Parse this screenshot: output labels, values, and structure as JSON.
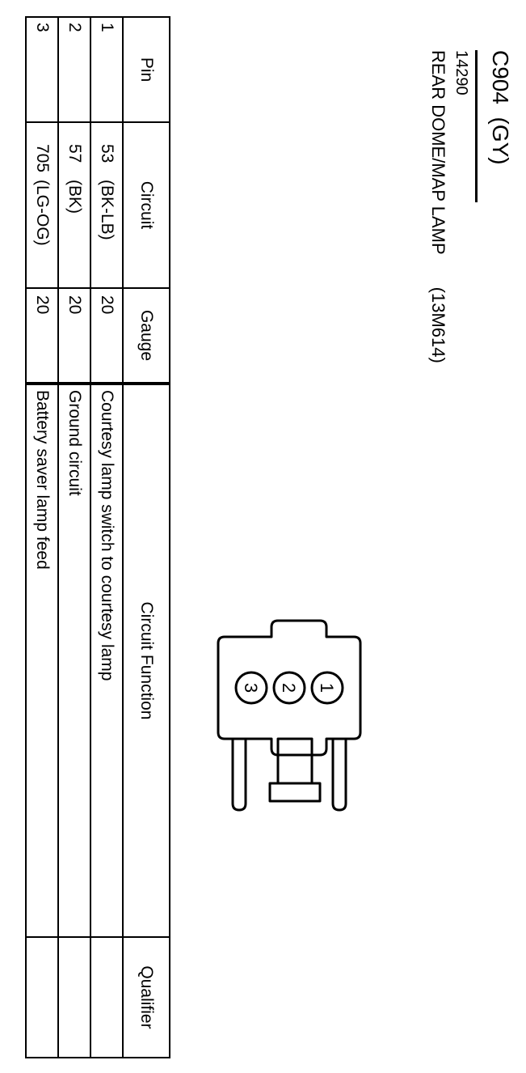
{
  "connector": {
    "id": "C904",
    "color_code": "(GY)",
    "part_number": "14290",
    "description": "REAR DOME/MAP LAMP",
    "description_code": "(13M614)",
    "pin_labels": [
      "1",
      "2",
      "3"
    ]
  },
  "table": {
    "headers": {
      "pin": "Pin",
      "circuit": "Circuit",
      "gauge": "Gauge",
      "function": "Circuit Function",
      "qualifier": "Qualifier"
    },
    "rows": [
      {
        "pin": "1",
        "circuit_num": "53",
        "circuit_color": "(BK-LB)",
        "gauge": "20",
        "function": "Courtesy lamp switch to courtesy lamp",
        "qualifier": ""
      },
      {
        "pin": "2",
        "circuit_num": "57",
        "circuit_color": "(BK)",
        "gauge": "20",
        "function": "Ground circuit",
        "qualifier": ""
      },
      {
        "pin": "3",
        "circuit_num": "705",
        "circuit_color": "(LG-OG)",
        "gauge": "20",
        "function": "Battery saver lamp feed",
        "qualifier": ""
      }
    ]
  }
}
